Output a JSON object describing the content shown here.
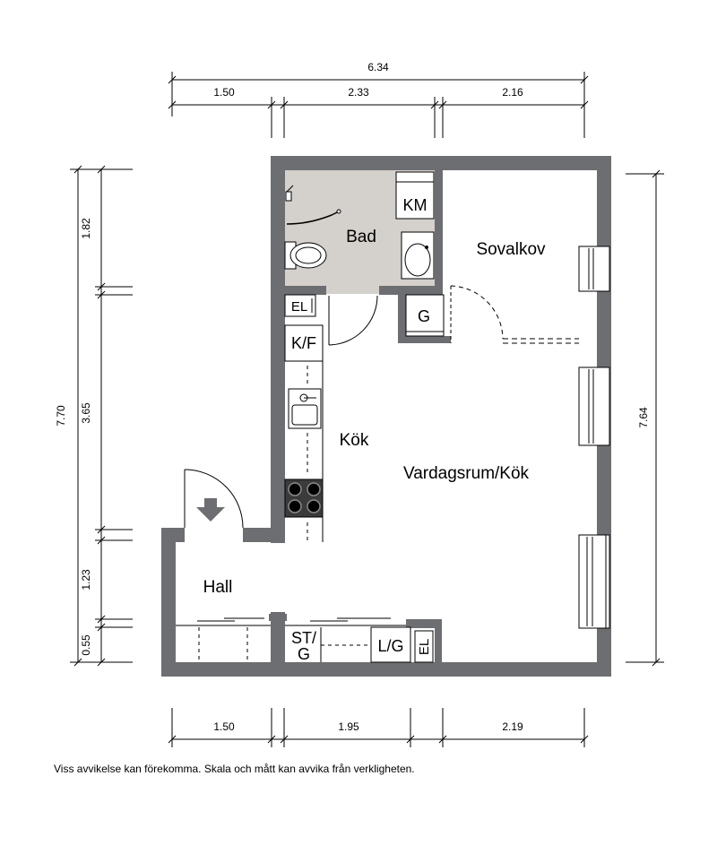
{
  "dimensions": {
    "top_total": "6.34",
    "top_segments": [
      "1.50",
      "2.33",
      "2.16"
    ],
    "bottom_segments": [
      "1.50",
      "1.95",
      "2.19"
    ],
    "left_total": "7.70",
    "left_segments": [
      "1.82",
      "3.65",
      "1.23",
      "0.55"
    ],
    "right_total": "7.64"
  },
  "rooms": {
    "bad": "Bad",
    "sovalkov": "Sovalkov",
    "kok": "Kök",
    "vardagsrum": "Vardagsrum/Kök",
    "hall": "Hall"
  },
  "fixtures": {
    "km": "KM",
    "el_top": "EL",
    "g": "G",
    "kf": "K/F",
    "st_line1": "ST/",
    "st_line2": "G",
    "lg": "L/G",
    "el_bottom": "EL"
  },
  "colors": {
    "wall": "#6d6e71",
    "bathroom_floor": "#d4d0cb",
    "line": "#000000"
  },
  "disclaimer": "Viss avvikelse kan förekomma. Skala och mått kan avvika från verkligheten."
}
